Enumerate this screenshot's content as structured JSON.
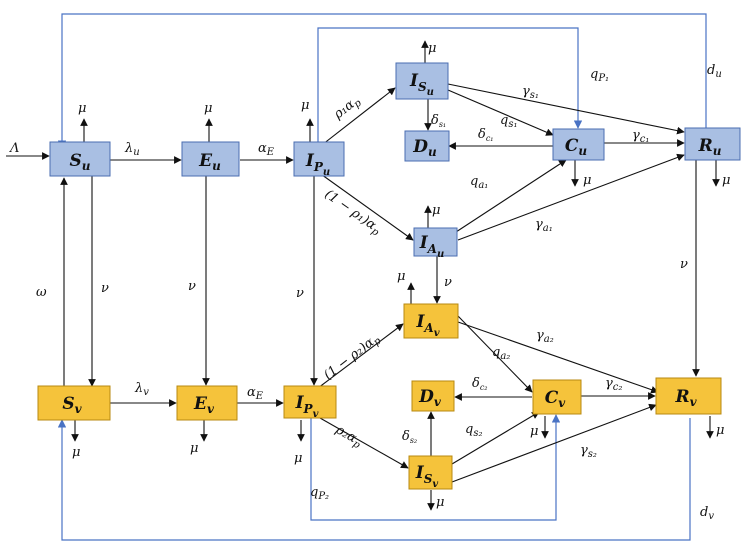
{
  "nodes": {
    "Su": {
      "main": "S",
      "sub": "u"
    },
    "Eu": {
      "main": "E",
      "sub": "u"
    },
    "IPu": {
      "main": "I",
      "sub": "P",
      "subsub": "u"
    },
    "ISu": {
      "main": "I",
      "sub": "S",
      "subsub": "u"
    },
    "Du": {
      "main": "D",
      "sub": "u"
    },
    "Cu": {
      "main": "C",
      "sub": "u"
    },
    "Ru": {
      "main": "R",
      "sub": "u"
    },
    "IAu": {
      "main": "I",
      "sub": "A",
      "subsub": "u"
    },
    "IAv": {
      "main": "I",
      "sub": "A",
      "subsub": "v"
    },
    "Sv": {
      "main": "S",
      "sub": "v"
    },
    "Ev": {
      "main": "E",
      "sub": "v"
    },
    "IPv": {
      "main": "I",
      "sub": "P",
      "subsub": "v"
    },
    "Dv": {
      "main": "D",
      "sub": "v"
    },
    "Cv": {
      "main": "C",
      "sub": "v"
    },
    "Rv": {
      "main": "R",
      "sub": "v"
    },
    "ISv": {
      "main": "I",
      "sub": "S",
      "subsub": "v"
    }
  },
  "labels": {
    "recruitment": "Λ",
    "mu": "μ",
    "lambda_u": "λ",
    "lambda_u_sub": "u",
    "lambda_v": "λ",
    "lambda_v_sub": "v",
    "alpha_E": "α",
    "alpha_E_sub": "E",
    "rho1_alpha_p": "ρ₁α",
    "rho1_alpha_p_sub": "p",
    "one_minus_rho1": "(1 − ρ₁)α",
    "one_minus_rho1_sub": "p",
    "one_minus_rho2": "(1 − ρ₂)α",
    "one_minus_rho2_sub": "p",
    "rho2_alpha_p": "ρ₂α",
    "rho2_alpha_p_sub": "p",
    "gamma_s1": "γ",
    "gamma_s1_sub": "s₁",
    "gamma_c1": "γ",
    "gamma_c1_sub": "c₁",
    "gamma_a1": "γ",
    "gamma_a1_sub": "a₁",
    "gamma_a2": "γ",
    "gamma_a2_sub": "a₂",
    "gamma_c2": "γ",
    "gamma_c2_sub": "c₂",
    "gamma_s2": "γ",
    "gamma_s2_sub": "s₂",
    "q_s1": "q",
    "q_s1_sub": "s₁",
    "q_a1": "q",
    "q_a1_sub": "a₁",
    "q_a2": "q",
    "q_a2_sub": "a₂",
    "q_s2": "q",
    "q_s2_sub": "s₂",
    "q_P1": "q",
    "q_P1_sub": "P₁",
    "q_P2": "q",
    "q_P2_sub": "P₂",
    "delta_s1": "δ",
    "delta_s1_sub": "s₁",
    "delta_c1": "δ",
    "delta_c1_sub": "c₁",
    "delta_c2": "δ",
    "delta_c2_sub": "c₂",
    "delta_s2": "δ",
    "delta_s2_sub": "s₂",
    "nu": "ν",
    "omega": "ω",
    "d_u": "d",
    "d_u_sub": "u",
    "d_v": "d",
    "d_v_sub": "v"
  },
  "colors": {
    "unvaccinated_fill": "#a9bfe3",
    "vaccinated_fill": "#f5c33b",
    "feedback_line": "#4a73c4"
  }
}
